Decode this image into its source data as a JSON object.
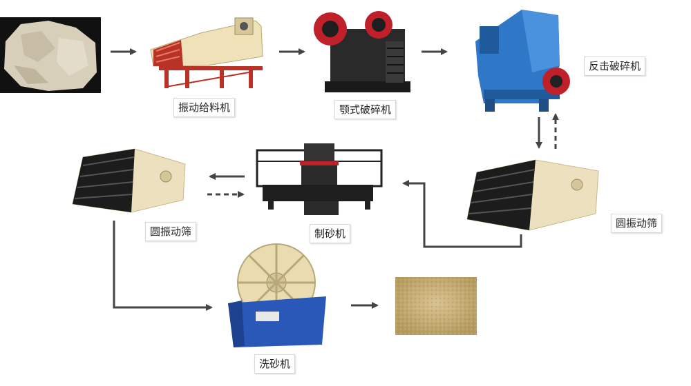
{
  "labels": {
    "vibrating_feeder": "振动给料机",
    "jaw_crusher": "颚式破碎机",
    "impact_crusher": "反击破碎机",
    "circular_screen_right": "圆振动筛",
    "sand_maker": "制砂机",
    "circular_screen_left": "圆振动筛",
    "sand_washer": "洗砂机"
  },
  "colors": {
    "arrow": "#444444",
    "feeder_frame": "#b83226",
    "feeder_body": "#efe2b8",
    "jaw_body": "#2a2a2a",
    "jaw_wheel": "#c0202a",
    "impact_body": "#2f78c8",
    "screen_body": "#ece0bf",
    "screen_black": "#1c1c1c",
    "washer_tank": "#2a58b8",
    "washer_wheel": "#e8dcb0",
    "sand": "#c2aa72",
    "rock": "#d6cdb8"
  }
}
